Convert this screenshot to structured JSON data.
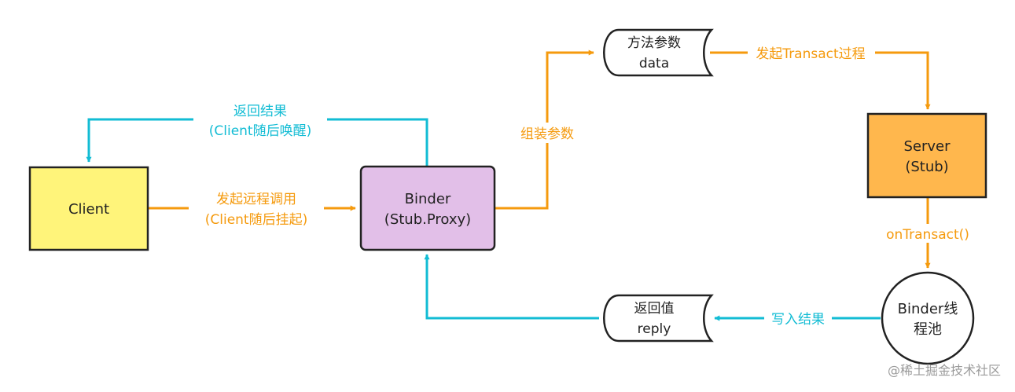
{
  "colors": {
    "orange": "#F59A0D",
    "cyan": "#12BCD4",
    "client_fill": "#FFF47A",
    "binder_fill": "#E2BFE8",
    "server_fill": "#FFB74D",
    "outline": "#222222"
  },
  "nodes": {
    "client": {
      "label": "Client"
    },
    "binder": {
      "line1": "Binder",
      "line2": "(Stub.Proxy)"
    },
    "params": {
      "line1": "方法参数",
      "line2": "data"
    },
    "server": {
      "line1": "Server",
      "line2": "(Stub)"
    },
    "pool": {
      "line1": "Binder线",
      "line2": "程池"
    },
    "reply": {
      "line1": "返回值",
      "line2": "reply"
    }
  },
  "edges": {
    "return_result": {
      "line1": "返回结果",
      "line2": "(Client随后唤醒)"
    },
    "remote_call": {
      "line1": "发起远程调用",
      "line2": "(Client随后挂起)"
    },
    "assemble_params": {
      "label": "组装参数"
    },
    "start_transact": {
      "label": "发起Transact过程"
    },
    "on_transact": {
      "label": "onTransact()"
    },
    "write_result": {
      "label": "写入结果"
    }
  },
  "watermark": {
    "icon": "at-icon",
    "text": "@稀土掘金技术社区"
  }
}
